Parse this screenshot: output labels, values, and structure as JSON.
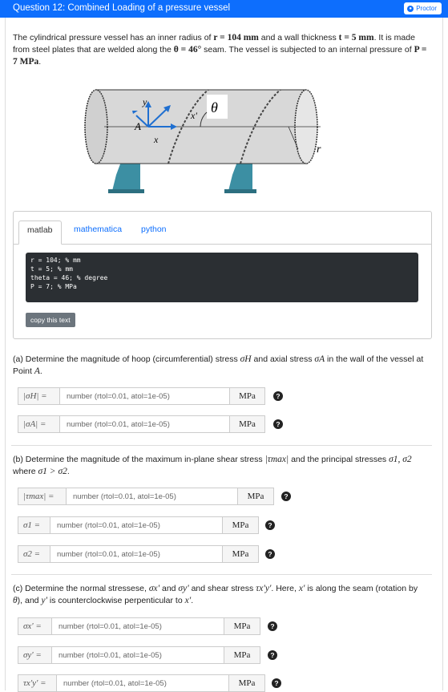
{
  "header": {
    "title": "Question 12: Combined Loading of a pressure vessel",
    "proctor": "Proctor"
  },
  "intro": {
    "t1": "The cylindrical pressure vessel has an inner radius of ",
    "r": "r = 104 mm",
    "t2": " and a wall thickness ",
    "t": "t = 5 mm",
    "t3": ". It is made from steel plates that are welded along the ",
    "theta": "θ = 46°",
    "t4": " seam. The vessel is subjected to an internal pressure of ",
    "P": "P = 7 MPa",
    "t5": "."
  },
  "figure": {
    "y": "y",
    "A": "A",
    "x": "x",
    "xp": "x'",
    "theta": "θ",
    "r": "r"
  },
  "tabs": [
    "matlab",
    "mathematica",
    "python"
  ],
  "code": "r = 104; % mm\nt = 5; % mm\ntheta = 46; % degree\nP = 7; % MPa",
  "copy_label": "copy this text",
  "partA": {
    "text1": "(a) Determine the magnitude of hoop (circumferential) stress ",
    "sH": "σH",
    "text2": " and axial stress ",
    "sA": "σA",
    "text3": " in the wall of the vessel at Point ",
    "A": "A",
    "text4": ".",
    "fields": [
      {
        "label": "|σH| =",
        "placeholder": "number (rtol=0.01, atol=1e-05)",
        "unit": "MPa"
      },
      {
        "label": "|σA| =",
        "placeholder": "number (rtol=0.01, atol=1e-05)",
        "unit": "MPa"
      }
    ]
  },
  "partB": {
    "text1": "(b) Determine the magnitude of the maximum in-plane shear stress ",
    "tmax": "|τmax|",
    "text2": " and the principal stresses ",
    "s12": "σ1, σ2",
    "text3": "where ",
    "cond": "σ1 > σ2",
    "text4": ".",
    "fields": [
      {
        "label": "|τmax| =",
        "placeholder": "number (rtol=0.01, atol=1e-05)",
        "unit": "MPa"
      },
      {
        "label": "σ1 =",
        "placeholder": "number (rtol=0.01, atol=1e-05)",
        "unit": "MPa"
      },
      {
        "label": "σ2 =",
        "placeholder": "number (rtol=0.01, atol=1e-05)",
        "unit": "MPa"
      }
    ]
  },
  "partC": {
    "text1": "(c) Determine the normal stressese, ",
    "sx": "σx'",
    "text2": " and ",
    "sy": "σy'",
    "text3": " and shear stress ",
    "txy": "τx'y'",
    "text4": ". Here, ",
    "xp": "x'",
    "text5": " is along the seam (rotation by ",
    "th": "θ",
    "text6": "), and ",
    "yp": "y'",
    "text7": " is counterclockwise perpenticular to ",
    "xp2": "x'",
    "text8": ".",
    "fields": [
      {
        "label": "σx' =",
        "placeholder": "number (rtol=0.01, atol=1e-05)",
        "unit": "MPa"
      },
      {
        "label": "σy' =",
        "placeholder": "number (rtol=0.01, atol=1e-05)",
        "unit": "MPa"
      },
      {
        "label": "τx'y' =",
        "placeholder": "number (rtol=0.01, atol=1e-05)",
        "unit": "MPa"
      }
    ]
  },
  "help_glyph": "?",
  "colors": {
    "header": "#0d6efd",
    "support": "#4aa3b8",
    "arrow": "#1f6fd0"
  }
}
